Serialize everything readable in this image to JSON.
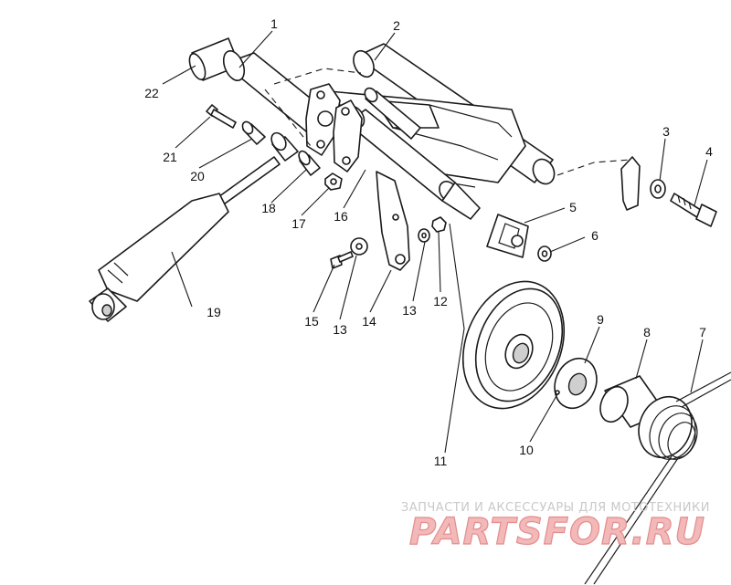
{
  "diagram": {
    "callouts": [
      {
        "id": "c1",
        "label": "1"
      },
      {
        "id": "c2",
        "label": "2"
      },
      {
        "id": "c3",
        "label": "3"
      },
      {
        "id": "c4",
        "label": "4"
      },
      {
        "id": "c5",
        "label": "5"
      },
      {
        "id": "c6",
        "label": "6"
      },
      {
        "id": "c7",
        "label": "7"
      },
      {
        "id": "c8",
        "label": "8"
      },
      {
        "id": "c9",
        "label": "9"
      },
      {
        "id": "c10",
        "label": "10"
      },
      {
        "id": "c11",
        "label": "11"
      },
      {
        "id": "c12",
        "label": "12"
      },
      {
        "id": "c13a",
        "label": "13"
      },
      {
        "id": "c13b",
        "label": "13"
      },
      {
        "id": "c14",
        "label": "14"
      },
      {
        "id": "c15",
        "label": "15"
      },
      {
        "id": "c16",
        "label": "16"
      },
      {
        "id": "c17",
        "label": "17"
      },
      {
        "id": "c18",
        "label": "18"
      },
      {
        "id": "c19",
        "label": "19"
      },
      {
        "id": "c20",
        "label": "20"
      },
      {
        "id": "c21",
        "label": "21"
      },
      {
        "id": "c22",
        "label": "22"
      }
    ]
  },
  "watermark": {
    "tagline": "ЗАПЧАСТИ И АКСЕССУАРЫ ДЛЯ МОТОТЕХНИКИ",
    "logo": "PARTSFOR.RU",
    "colors": {
      "tagline": "#c9c9c9",
      "logo_fill": "#f3b8b8",
      "logo_stroke": "#e38d8d"
    }
  }
}
